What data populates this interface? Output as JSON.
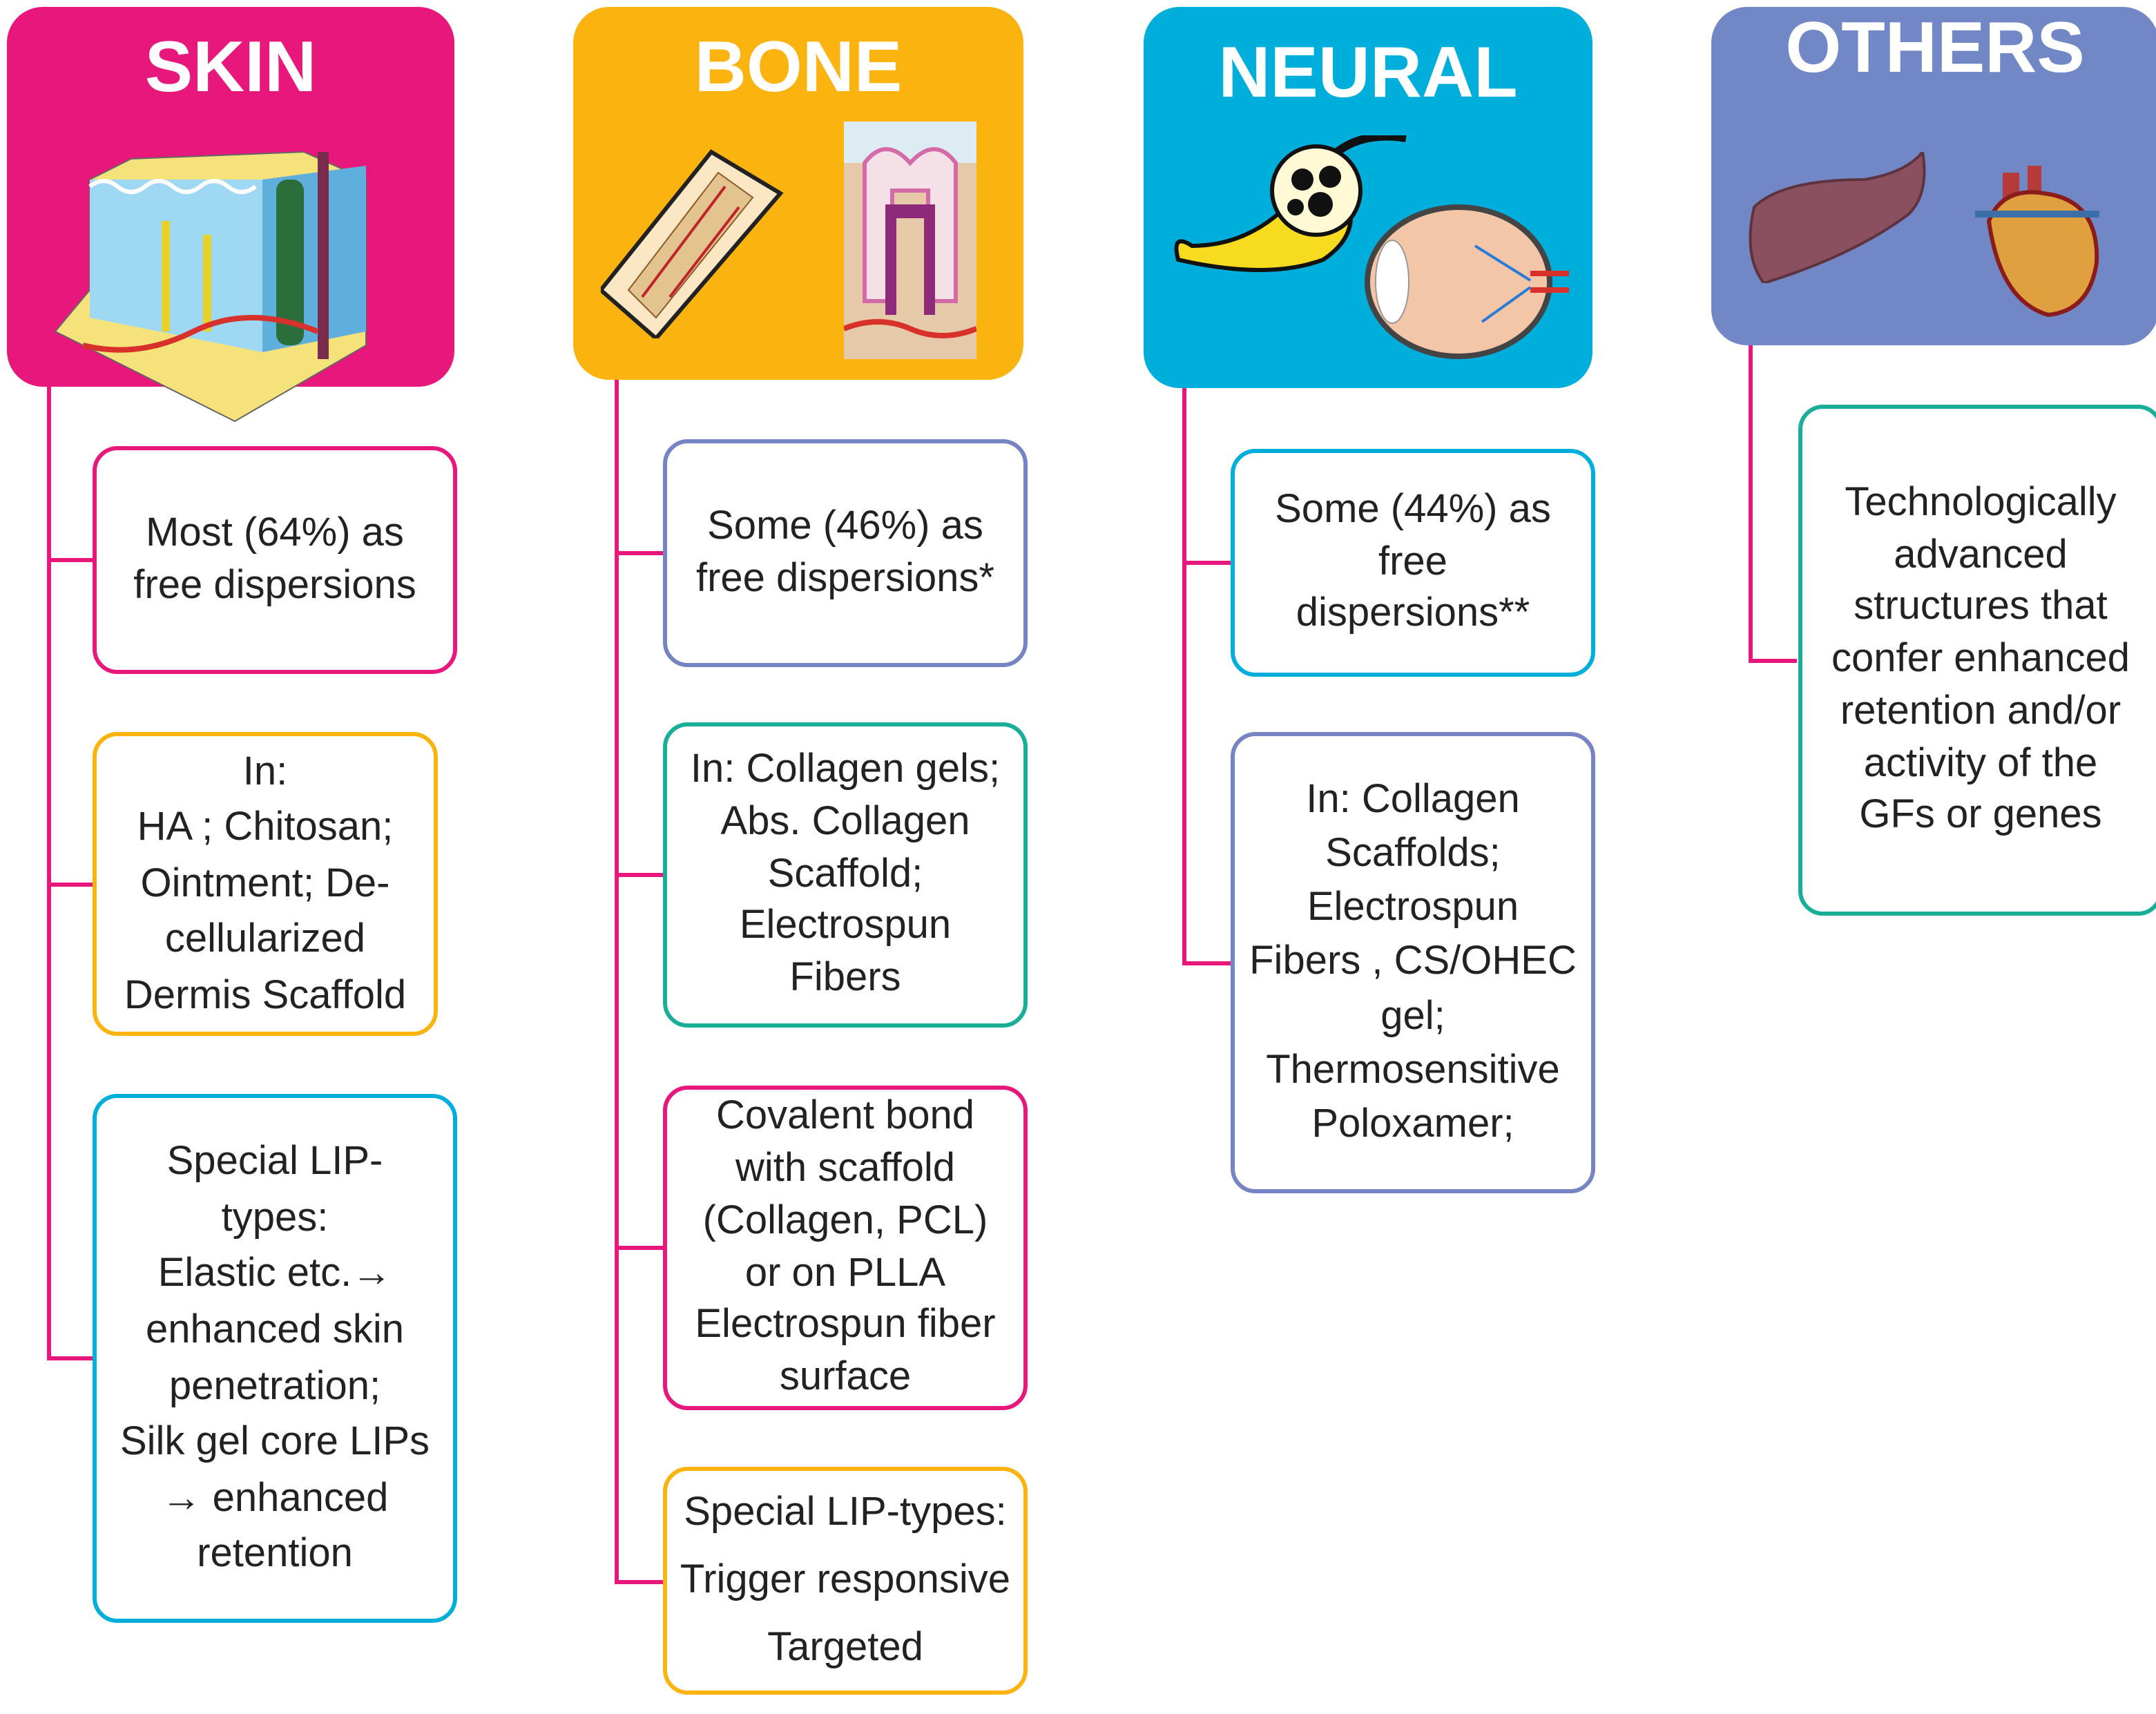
{
  "colors": {
    "skin": "#E8177B",
    "bone": "#FBB40F",
    "neural": "#00AEDC",
    "others": "#7288C6",
    "teal": "#1AAE99",
    "purple": "#7784C4",
    "connector": "#E8177B"
  },
  "columns": [
    {
      "title": "SKIN",
      "illustrations": [
        "skin-cross-section-icon"
      ],
      "boxes": [
        "Most  (64%) as\nfree dispersions",
        "In:\nHA ; Chitosan;\nOintment; De-\ncellularized\nDermis Scaffold",
        "Special  LIP-\ntypes:\nElastic etc.→\nenhanced skin\npenetration;\nSilk gel core LIPs\n→ enhanced\nretention"
      ]
    },
    {
      "title": "BONE",
      "illustrations": [
        "bone-icon",
        "tooth-icon"
      ],
      "boxes": [
        "Some (46%) as\nfree dispersions*",
        "In: Collagen gels;\nAbs. Collagen\nScaffold;\nElectrospun\nFibers",
        "Covalent bond\nwith scaffold\n(Collagen, PCL)\nor on PLLA\nElectrospun fiber\nsurface",
        "Special LIP-types:\nTrigger responsive\nTargeted"
      ]
    },
    {
      "title": "NEURAL",
      "illustrations": [
        "nerve-icon",
        "eye-icon"
      ],
      "boxes": [
        "Some (44%) as\nfree\ndispersions**",
        "In: Collagen\nScaffolds;\nElectrospun\nFibers , CS/OHEC\ngel;\nThermosensitive\nPoloxamer;"
      ]
    },
    {
      "title": "OTHERS",
      "illustrations": [
        "liver-icon",
        "heart-icon"
      ],
      "boxes": [
        "Technologically\nadvanced\nstructures that\nconfer enhanced\nretention and/or\nactivity of the\nGFs or genes"
      ]
    }
  ]
}
